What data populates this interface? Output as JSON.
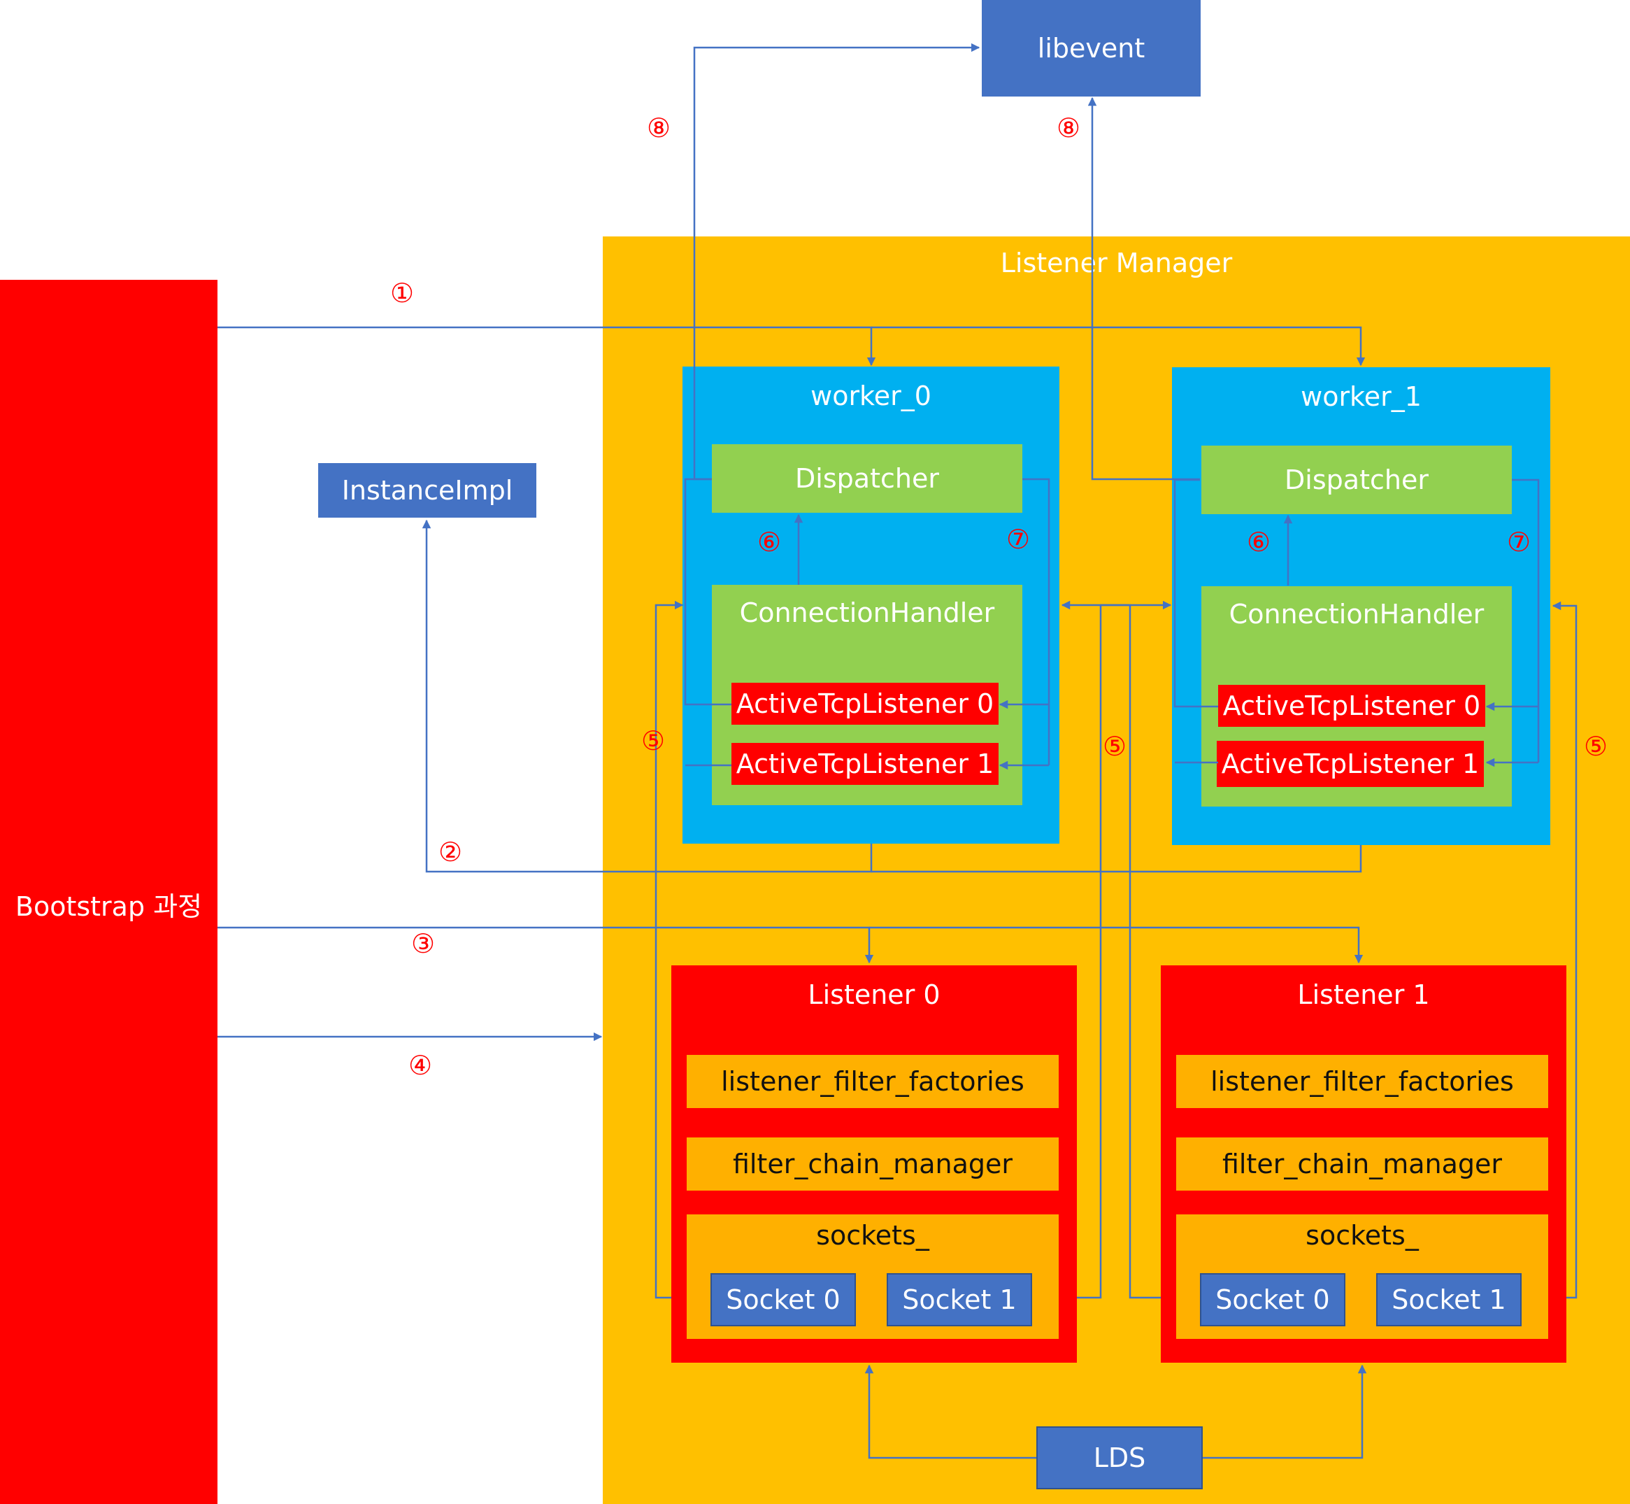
{
  "libevent": "libevent",
  "instance_impl": "InstanceImpl",
  "lds": "LDS",
  "bootstrap": "Bootstrap 과정",
  "listener_manager": "Listener Manager",
  "workers": [
    {
      "title": "worker_0",
      "dispatcher": "Dispatcher",
      "connection_handler": "ConnectionHandler",
      "active_listeners": [
        "ActiveTcpListener 0",
        "ActiveTcpListener 1"
      ]
    },
    {
      "title": "worker_1",
      "dispatcher": "Dispatcher",
      "connection_handler": "ConnectionHandler",
      "active_listeners": [
        "ActiveTcpListener 0",
        "ActiveTcpListener 1"
      ]
    }
  ],
  "listeners": [
    {
      "title": "Listener 0",
      "filter_factories": "listener_filter_factories",
      "filter_chain_manager": "filter_chain_manager",
      "sockets_label": "sockets_",
      "sockets": [
        "Socket 0",
        "Socket 1"
      ]
    },
    {
      "title": "Listener 1",
      "filter_factories": "listener_filter_factories",
      "filter_chain_manager": "filter_chain_manager",
      "sockets_label": "sockets_",
      "sockets": [
        "Socket 0",
        "Socket 1"
      ]
    }
  ],
  "steps": {
    "s1": "①",
    "s2": "②",
    "s3": "③",
    "s4": "④",
    "s5": "⑤",
    "s6": "⑥",
    "s7": "⑦",
    "s8": "⑧"
  },
  "colors": {
    "bootstrap": "#ff0000",
    "manager": "#ffc000",
    "worker": "#00b0f0",
    "component": "#92d050",
    "blue_box": "#4472c4",
    "inner_orange": "#ffb000",
    "arrow": "#4472c4",
    "step_text": "#ff0000"
  }
}
